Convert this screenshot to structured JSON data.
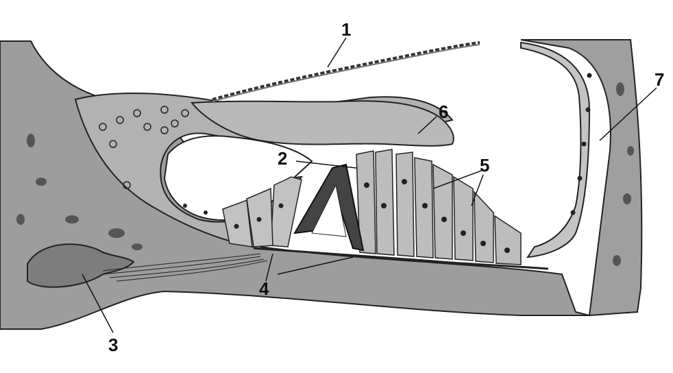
{
  "labels": {
    "membrane_1": "1",
    "hair_cells_2": "2",
    "ganglion_3": "3",
    "nerve_fibers_4": "4",
    "support_cells_5": "5",
    "tectorial_6": "6",
    "stria_7": "7"
  },
  "colors": {
    "tissue": "#a9a9a9",
    "tissue_dark": "#8a8a8a",
    "cell": "#bdbdbd",
    "outline": "#222222",
    "background": "#ffffff"
  }
}
